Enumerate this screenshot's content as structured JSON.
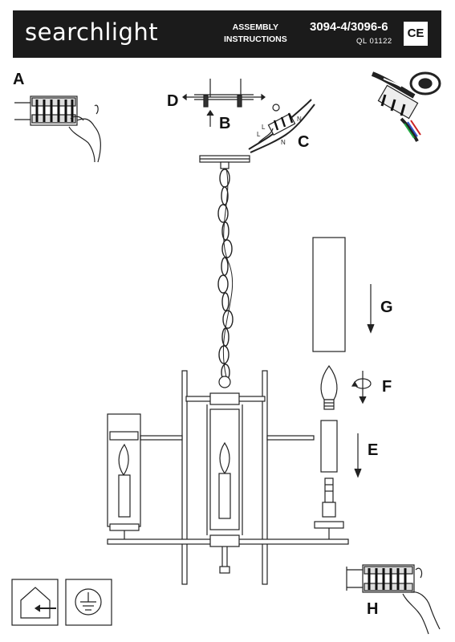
{
  "header": {
    "brand": "searchlight",
    "assembly_line1": "ASSEMBLY",
    "assembly_line2": "INSTRUCTIONS",
    "model": "3094-4/3096-6",
    "code": "QL 01122",
    "mark": "CE"
  },
  "steps": {
    "a": "A",
    "b": "B",
    "c": "C",
    "d": "D",
    "e": "E",
    "f": "F",
    "g": "G",
    "h": "H"
  },
  "connector_labels": {
    "l_top": "L",
    "n_top": "N",
    "l_bottom": "L",
    "n_bottom": "N"
  },
  "icons": [
    "indoor-house-icon",
    "earth-ground-icon"
  ],
  "colors": {
    "header_bg": "#1b1b1b",
    "wire_blue": "#3355cc",
    "wire_red": "#cc2222",
    "wire_green": "#22aa44"
  }
}
